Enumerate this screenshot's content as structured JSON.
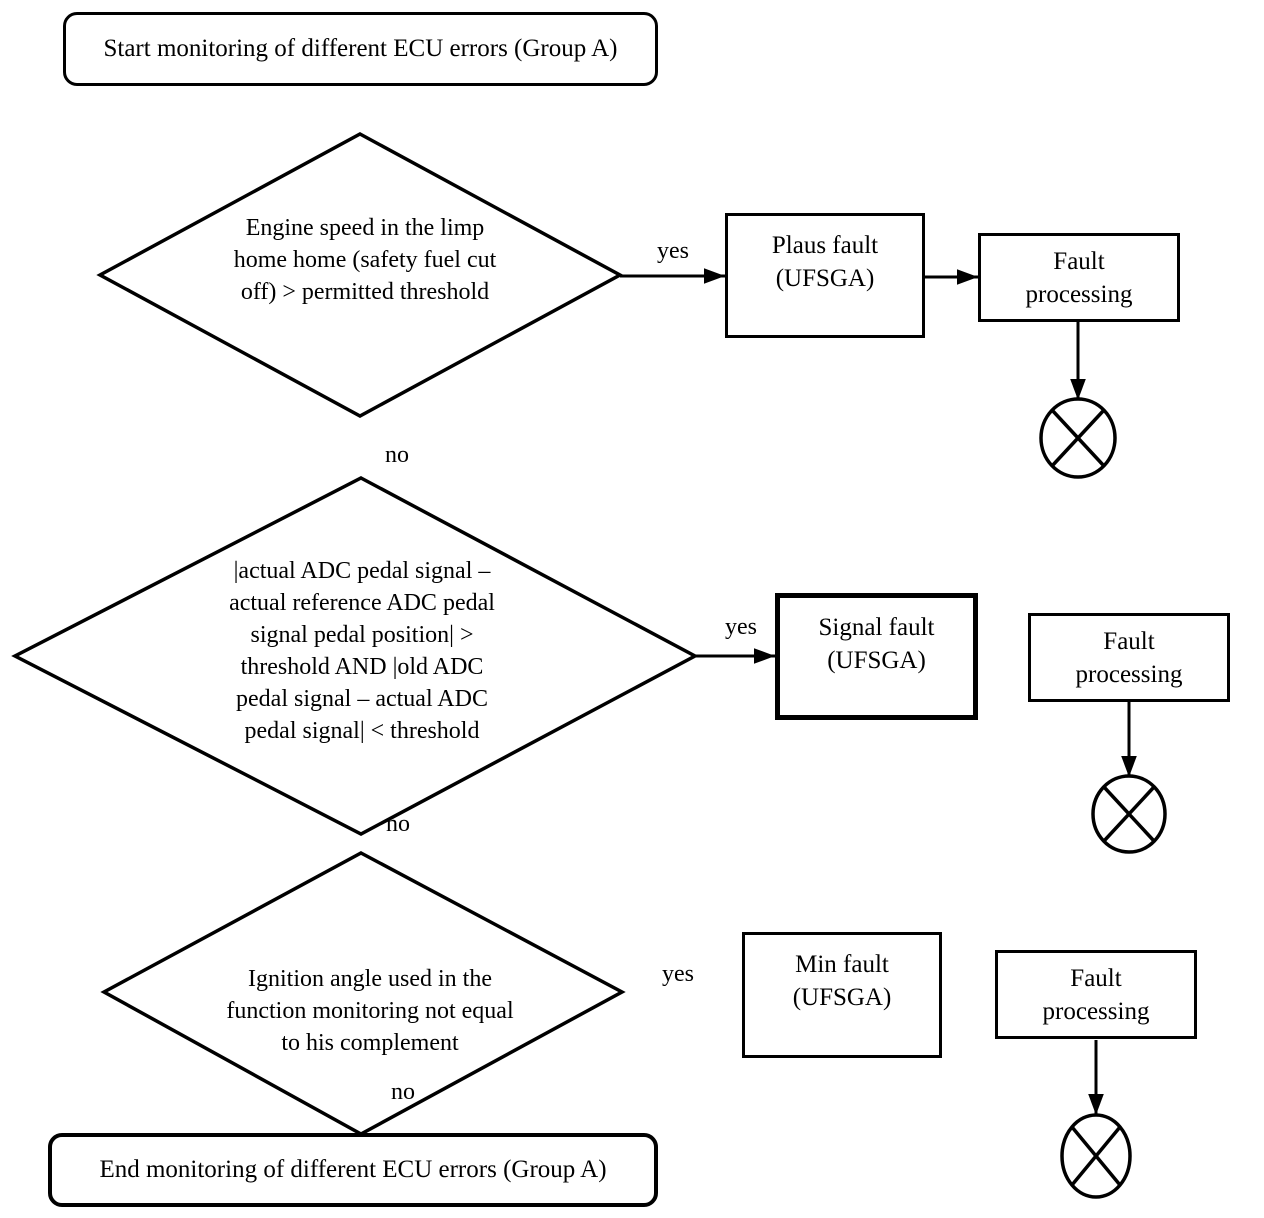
{
  "flow": {
    "start": "Start monitoring of different ECU errors (Group A)",
    "end": "End monitoring of different ECU errors (Group A)",
    "decisions": [
      {
        "lines": [
          "Engine speed in the limp",
          "home home (safety fuel cut",
          "off) > permitted threshold"
        ],
        "yes": "yes",
        "no": "no"
      },
      {
        "lines": [
          "|actual ADC pedal signal –",
          "actual reference ADC pedal",
          "signal pedal position| >",
          "threshold AND |old ADC",
          "pedal signal – actual ADC",
          "pedal signal| < threshold"
        ],
        "yes": "yes",
        "no": "no"
      },
      {
        "lines": [
          "Ignition angle used in the",
          "function monitoring not equal",
          "to his complement"
        ],
        "yes": "yes",
        "no": "no"
      }
    ],
    "faults": [
      {
        "lines": [
          "Plaus fault",
          "(UFSGA)"
        ]
      },
      {
        "lines": [
          "Signal fault",
          "(UFSGA)"
        ]
      },
      {
        "lines": [
          "Min fault",
          "(UFSGA)"
        ]
      }
    ],
    "processing": {
      "lines": [
        "Fault",
        "processing"
      ]
    },
    "colors": {
      "stroke": "#000000",
      "background": "#ffffff"
    }
  }
}
